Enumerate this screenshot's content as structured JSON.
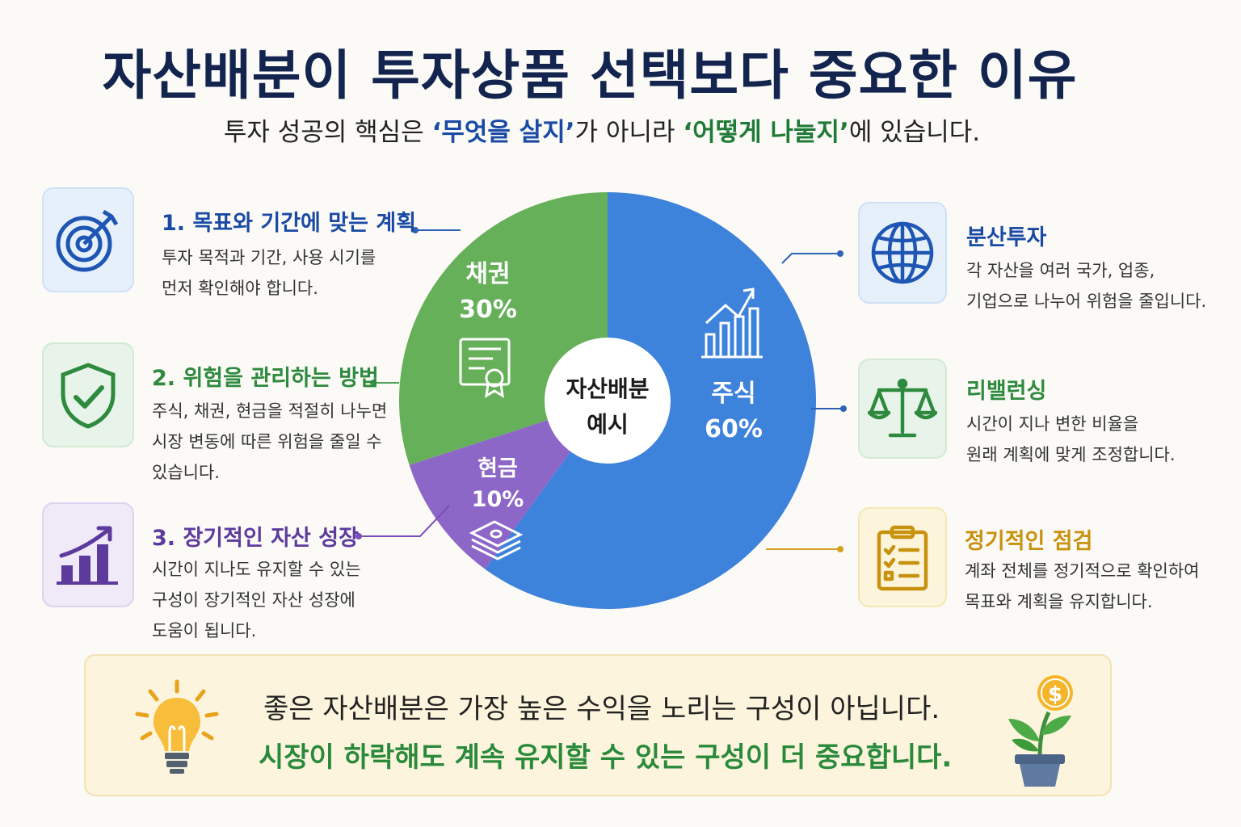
{
  "header": {
    "title": "자산배분이 투자상품 선택보다 중요한 이유",
    "subtitle_before": "투자 성공의 핵심은 ",
    "subtitle_highlight1": "‘무엇을 살지’",
    "subtitle_middle": "가 아니라 ",
    "subtitle_highlight2": "‘어떻게 나눌지’",
    "subtitle_after": "에 있습니다."
  },
  "left_items": [
    {
      "title": "1. 목표와 기간에 맞는 계획",
      "desc": [
        "투자 목적과 기간, 사용 시기를",
        "먼저 확인해야 합니다."
      ],
      "icon": "target-icon"
    },
    {
      "title": "2. 위험을 관리하는 방법",
      "desc": [
        "주식, 채권, 현금을 적절히 나누면",
        "시장 변동에 따른 위험을 줄일 수",
        "있습니다."
      ],
      "icon": "shield-check-icon"
    },
    {
      "title": "3. 장기적인 자산 성장",
      "desc": [
        "시간이 지나도 유지할 수 있는",
        "구성이 장기적인 자산 성장에",
        "도움이 됩니다."
      ],
      "icon": "growth-chart-icon"
    }
  ],
  "right_items": [
    {
      "title": "분산투자",
      "desc": [
        "각 자산을 여러 국가, 업종,",
        "기업으로 나누어 위험을 줄입니다."
      ],
      "icon": "globe-icon"
    },
    {
      "title": "리밸런싱",
      "desc": [
        "시간이 지나 변한 비율을",
        "원래 계획에 맞게 조정합니다."
      ],
      "icon": "balance-scale-icon"
    },
    {
      "title": "정기적인 점검",
      "desc": [
        "계좌 전체를 정기적으로 확인하여",
        "목표와 계획을 유지합니다."
      ],
      "icon": "clipboard-checklist-icon"
    }
  ],
  "chart_data": {
    "type": "pie",
    "center_label": [
      "자산배분",
      "예시"
    ],
    "slices": [
      {
        "name": "주식",
        "value": 60,
        "label": "60%",
        "color": "#3d82db"
      },
      {
        "name": "현금",
        "value": 10,
        "label": "10%",
        "color": "#8c67c7"
      },
      {
        "name": "채권",
        "value": 30,
        "label": "30%",
        "color": "#66b05a"
      }
    ]
  },
  "footer": {
    "line1": "좋은 자산배분은 가장 높은 수익을 노리는 구성이 아닙니다.",
    "line2": "시장이 하락해도 계속 유지할 수 있는 구성이 더 중요합니다."
  },
  "colors": {
    "title": "#13244f",
    "blue": "#1a4aa5",
    "green": "#2e8a3e",
    "purple": "#5d3b9d",
    "yellow": "#c8920f"
  }
}
